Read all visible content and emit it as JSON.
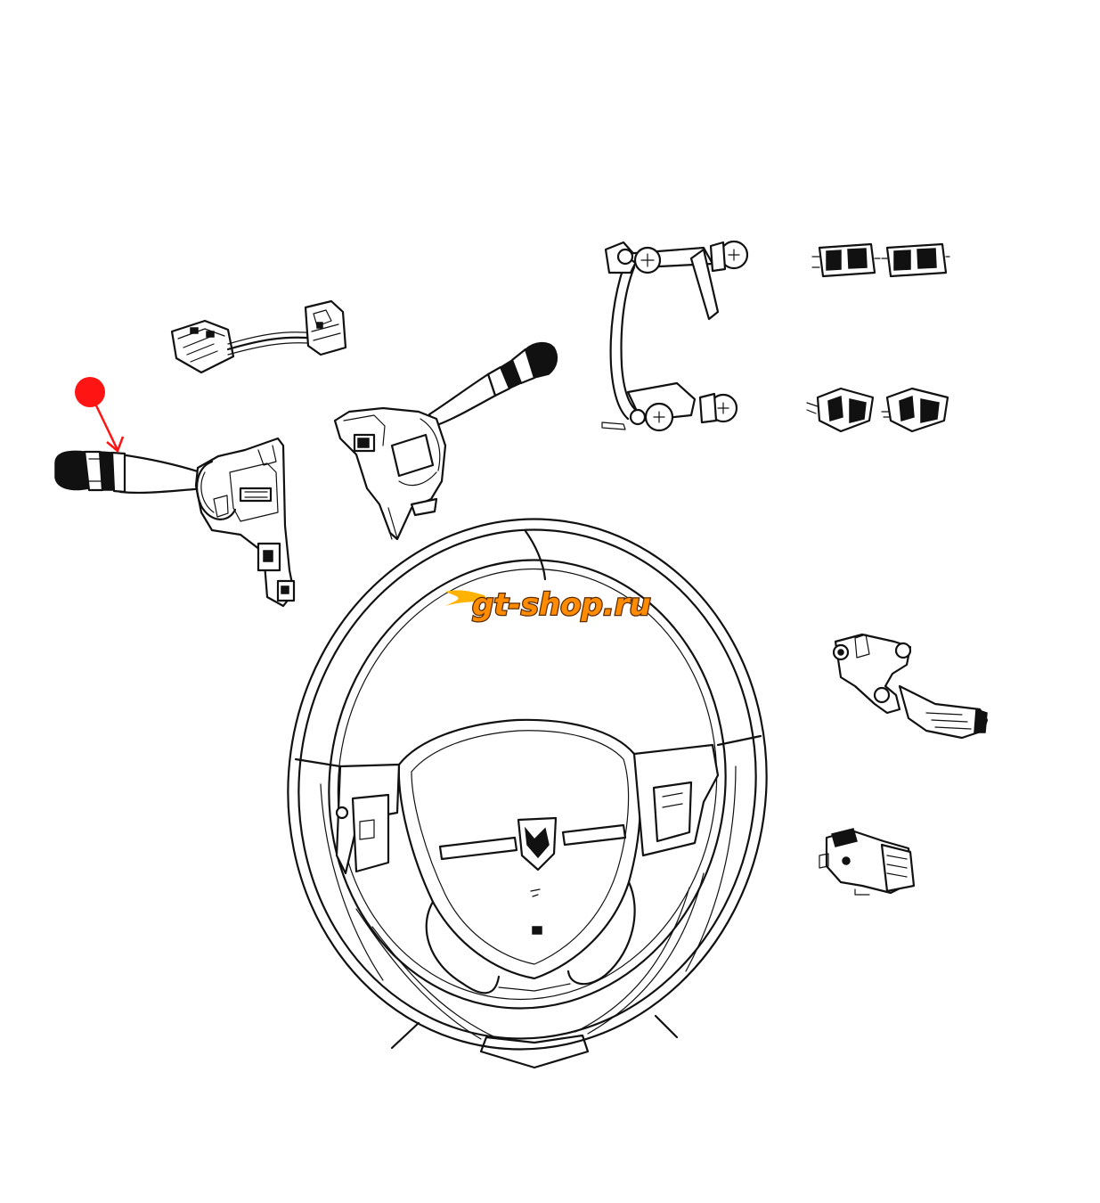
{
  "watermark": {
    "text": "gt-shop.ru",
    "fill_color": "#ff8c00",
    "outline_color": "#5a2a00"
  },
  "marker": {
    "color": "#ff1414"
  },
  "parts": [
    {
      "name": "multifunction-switch-lever",
      "highlighted": true
    },
    {
      "name": "wiring-harness-pigtail",
      "highlighted": false
    },
    {
      "name": "wiper-switch-lever",
      "highlighted": false
    },
    {
      "name": "paddle-shifter-bracket",
      "highlighted": false
    },
    {
      "name": "switch-connectors-top",
      "highlighted": false
    },
    {
      "name": "switch-connectors-middle",
      "highlighted": false
    },
    {
      "name": "steering-wheel",
      "highlighted": false
    },
    {
      "name": "speed-control-switch",
      "highlighted": false
    },
    {
      "name": "small-switch",
      "highlighted": false
    }
  ]
}
